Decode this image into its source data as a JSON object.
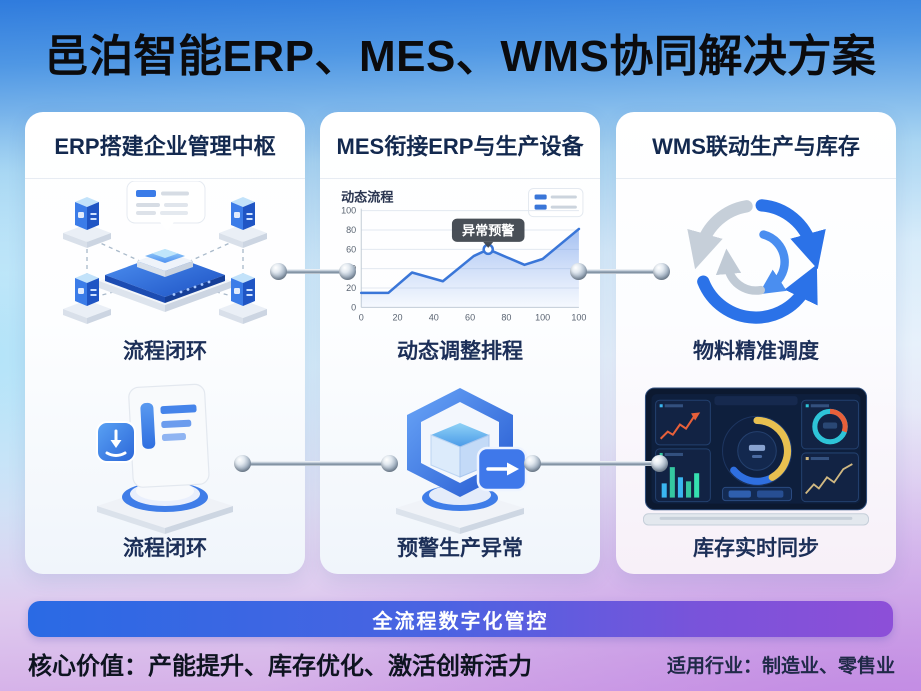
{
  "title": "邑泊智能ERP、MES、WMS协同解决方案",
  "columns": [
    {
      "header": "ERP搭建企业管理中枢",
      "items": [
        {
          "label": "流程闭环",
          "icon": "network-hub-icon"
        },
        {
          "label": "流程闭环",
          "icon": "document-pedestal-icon"
        }
      ]
    },
    {
      "header": "MES衔接ERP与生产设备",
      "items": [
        {
          "label": "动态调整排程",
          "icon": "schedule-chart"
        },
        {
          "label": "预警生产异常",
          "icon": "cube-pedestal-icon"
        }
      ]
    },
    {
      "header": "WMS联动生产与库存",
      "items": [
        {
          "label": "物料精准调度",
          "icon": "sync-arrows-icon"
        },
        {
          "label": "库存实时同步",
          "icon": "dashboard-monitor-icon"
        }
      ]
    }
  ],
  "chart_data": {
    "type": "area",
    "title": "动态流程",
    "x_tick_labels": [
      "0",
      "20",
      "40",
      "60",
      "80",
      "100",
      "100"
    ],
    "y_tick_labels": [
      "0",
      "20",
      "40",
      "60",
      "80",
      "100"
    ],
    "x_domain": [
      0,
      120
    ],
    "y_domain": [
      0,
      100
    ],
    "points": [
      [
        0,
        15
      ],
      [
        15,
        15
      ],
      [
        28,
        36
      ],
      [
        45,
        27
      ],
      [
        62,
        53
      ],
      [
        70,
        60
      ],
      [
        90,
        44
      ],
      [
        100,
        50
      ],
      [
        120,
        81
      ]
    ],
    "marker": {
      "x": 70,
      "y": 60,
      "label": "异常预警"
    },
    "line_color": "#3a76d8",
    "grid": true,
    "legend_position": "top-right"
  },
  "banner": {
    "label": "全流程数字化管控"
  },
  "footer": {
    "core_value": "核心价值：产能提升、库存优化、激活创新活力",
    "industries": "适用行业：制造业、零售业"
  },
  "colors": {
    "accent_blue": "#2f6fe0",
    "banner_start": "#2a6ae4",
    "banner_end": "#8d4fd8",
    "alert_red": "#e8603a",
    "gauge_yellow": "#e8c050",
    "teal": "#2ec4d8"
  }
}
